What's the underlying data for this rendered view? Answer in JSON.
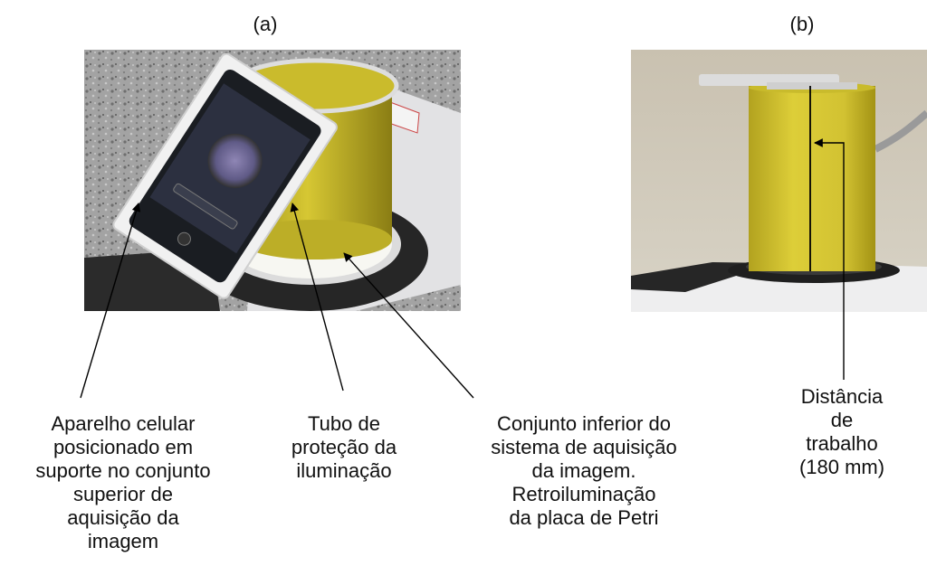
{
  "panels": {
    "a": {
      "label": "(a)"
    },
    "b": {
      "label": "(b)"
    }
  },
  "callouts": {
    "phone": "Aparelho celular\nposicionado em\nsuporte no conjunto\nsuperior de\naquisição da\nimagem",
    "tube": "Tubo de\nproteção da\niluminação",
    "lower": "Conjunto inferior do\nsistema de aquisição\nda imagem.\nRetroiluminação\nda placa de Petri",
    "distance": "Distância\nde\ntrabalho\n(180 mm)"
  },
  "colors": {
    "tube_yellow": "#d9c42a",
    "granite": "#9a9a9a",
    "device_white": "#e8e8ea",
    "dark_base": "#2a2a2a"
  }
}
